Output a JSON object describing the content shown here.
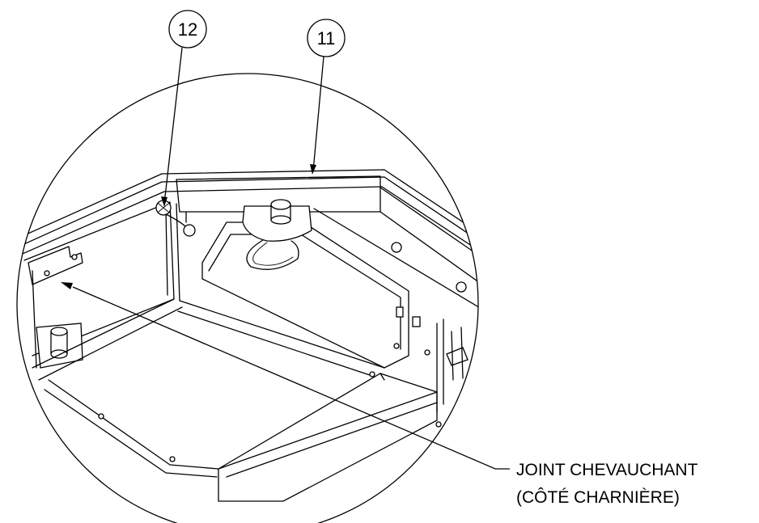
{
  "callouts": {
    "item_12": "12",
    "item_11": "11"
  },
  "note": {
    "line1": "JOINT CHEVAUCHANT",
    "line2": "(CÔTÉ CHARNIÈRE)"
  }
}
